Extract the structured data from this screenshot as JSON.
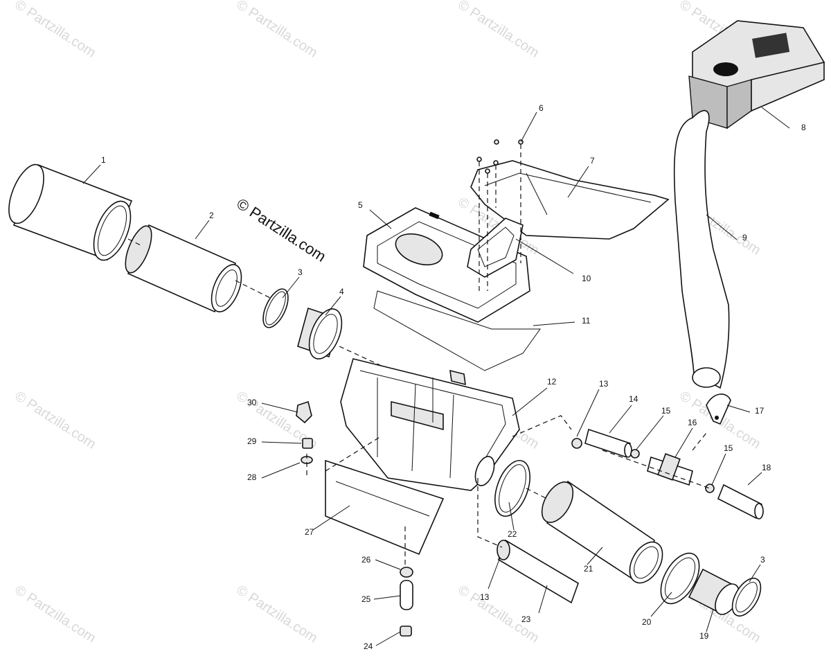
{
  "watermark": {
    "text": "© Partzilla.com"
  },
  "copyright": {
    "text": "© Partzilla.com"
  },
  "callouts": {
    "c1": "1",
    "c2": "2",
    "c3a": "3",
    "c3b": "3",
    "c4": "4",
    "c5": "5",
    "c6": "6",
    "c7": "7",
    "c8": "8",
    "c9": "9",
    "c10": "10",
    "c11": "11",
    "c12": "12",
    "c13a": "13",
    "c13b": "13",
    "c14": "14",
    "c15a": "15",
    "c15b": "15",
    "c16": "16",
    "c17": "17",
    "c18": "18",
    "c19": "19",
    "c20": "20",
    "c21": "21",
    "c22": "22",
    "c23": "23",
    "c24": "24",
    "c25": "25",
    "c26": "26",
    "c27": "27",
    "c28": "28",
    "c29": "29",
    "c30": "30"
  }
}
